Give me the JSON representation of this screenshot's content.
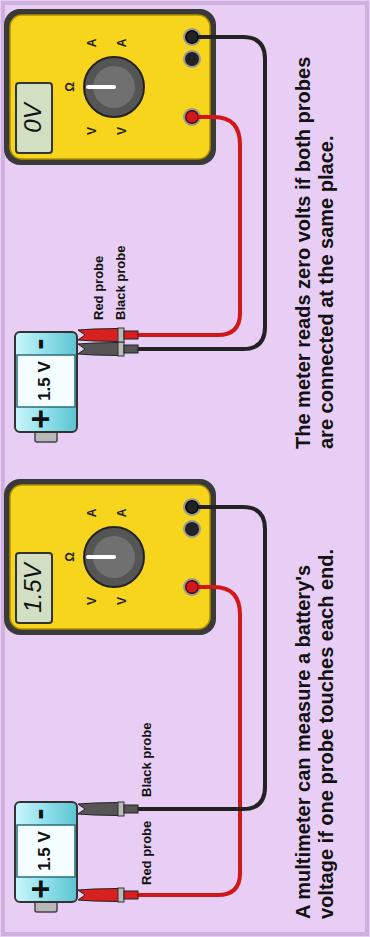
{
  "diagram": {
    "labels": [
      "+",
      "1.5 V",
      "-",
      "Red probe",
      "Black probe",
      "1.5V",
      "V",
      "V",
      "Ω",
      "A",
      "A",
      "A multimeter can measure a battery's voltage if one probe touches each end.",
      "+",
      "1.5 V",
      "-",
      "Red probe",
      "Black probe",
      "0V",
      "V",
      "V",
      "Ω",
      "A",
      "A",
      "The meter reads zero volts if both probes are connected at the same place."
    ]
  }
}
